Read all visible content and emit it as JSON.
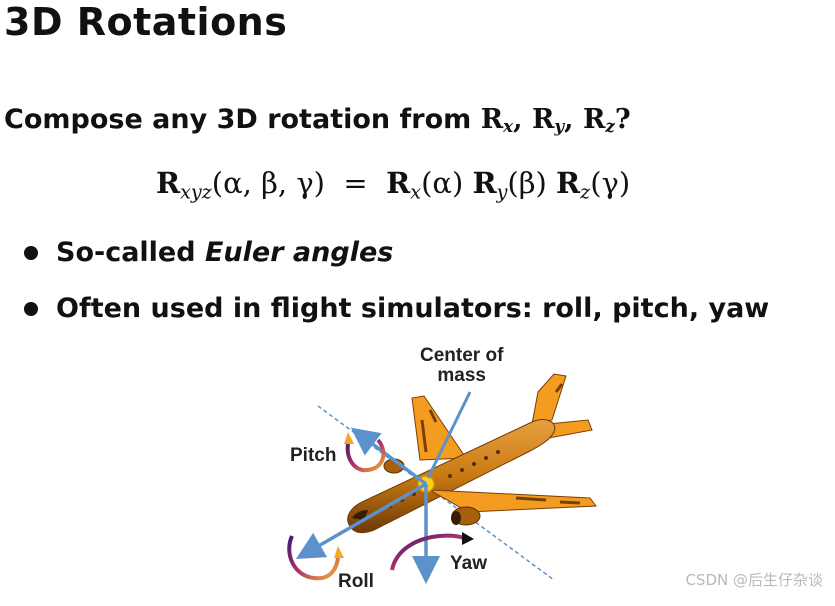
{
  "slide": {
    "title": "3D Rotations",
    "subtitle_prefix": "Compose any 3D rotation from",
    "subtitle_math": {
      "R": "R",
      "x": "x",
      "y": "y",
      "z": "z",
      "comma": ",",
      "qmark": "?"
    },
    "equation": {
      "lhs_R": "R",
      "lhs_sub": "xyz",
      "lhs_args": "(α, β, γ)",
      "eq": "=",
      "r1": "R",
      "r1_sub": "x",
      "r1_arg": "(α)",
      "r2": "R",
      "r2_sub": "y",
      "r2_arg": "(β)",
      "r3": "R",
      "r3_sub": "z",
      "r3_arg": "(γ)"
    },
    "bullets": [
      {
        "text": "So-called ",
        "emph": "Euler angles"
      },
      {
        "text": "Often used in flight simulators: roll, pitch, yaw"
      }
    ]
  },
  "figure": {
    "labels": {
      "center_of_mass_line1": "Center of",
      "center_of_mass_line2": "mass",
      "pitch": "Pitch",
      "roll": "Roll",
      "yaw": "Yaw"
    },
    "colors": {
      "plane_body": "#c97a12",
      "plane_wing": "#f39c1f",
      "plane_dark": "#7a3f06",
      "axis_arrow": "#5b92cc",
      "center_dot": "#ffd21a"
    }
  },
  "watermark": "CSDN @后生仔杂谈"
}
